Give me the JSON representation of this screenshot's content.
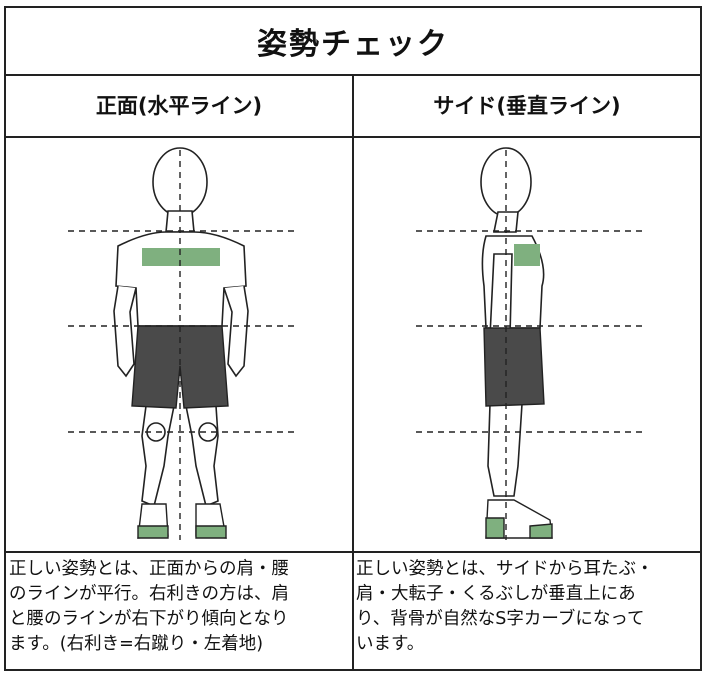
{
  "title": "姿勢チェック",
  "columns": [
    {
      "heading": "正面(水平ライン)",
      "lines": [
        "正しい姿勢とは、正面からの肩・腰",
        "のラインが平行。右利きの方は、肩",
        "と腰のラインが右下がり傾向となり",
        "ます。(右利き=右蹴り・左着地)"
      ]
    },
    {
      "heading": "サイド(垂直ライン)",
      "lines": [
        "正しい姿勢とは、サイドから耳たぶ・",
        "肩・大転子・くるぶしが垂直上にあ",
        "り、背骨が自然なS字カーブになって",
        "います。"
      ]
    }
  ],
  "colors": {
    "highlight": "#7fb07f",
    "shorts": "#4a4a4a",
    "lines": "#222222"
  },
  "icons": [
    "front-posture-figure",
    "side-posture-figure"
  ]
}
